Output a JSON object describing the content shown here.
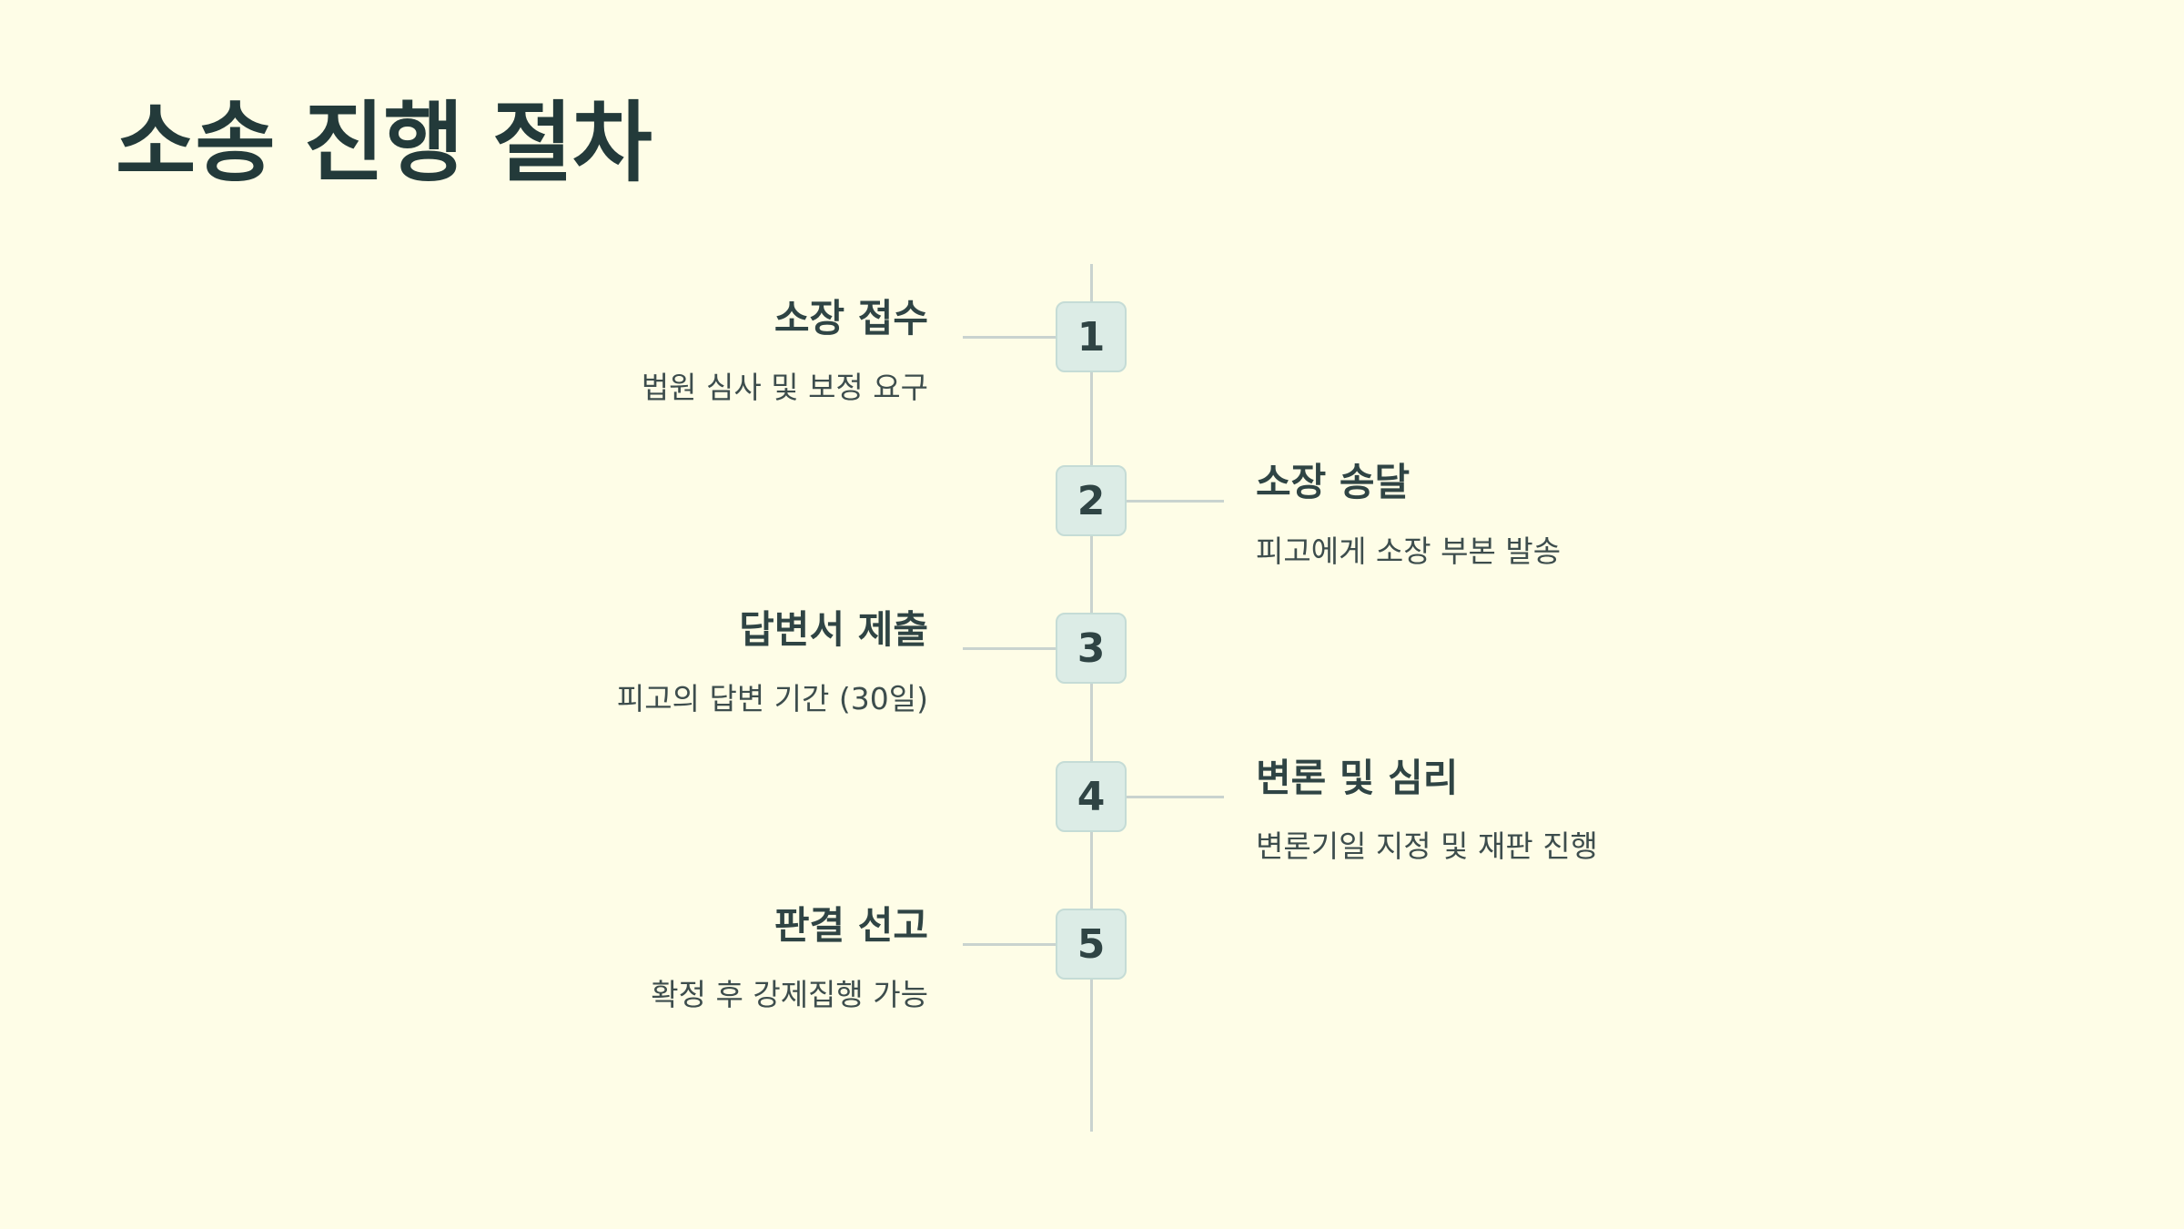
{
  "title": "소송 진행 절차",
  "steps": [
    {
      "number": "1",
      "title": "소장 접수",
      "description": "법원 심사 및 보정 요구",
      "side": "left"
    },
    {
      "number": "2",
      "title": "소장 송달",
      "description": "피고에게 소장 부본 발송",
      "side": "right"
    },
    {
      "number": "3",
      "title": "답변서 제출",
      "description": "피고의 답변 기간 (30일)",
      "side": "left"
    },
    {
      "number": "4",
      "title": "변론 및 심리",
      "description": "변론기일 지정 및 재판 진행",
      "side": "right"
    },
    {
      "number": "5",
      "title": "판결 선고",
      "description": "확정 후 강제집행 가능",
      "side": "left"
    }
  ],
  "colors": {
    "background": "#fefde7",
    "text": "#2f4444",
    "line": "#c9d3cf",
    "badge_fill": "#dcece6"
  }
}
